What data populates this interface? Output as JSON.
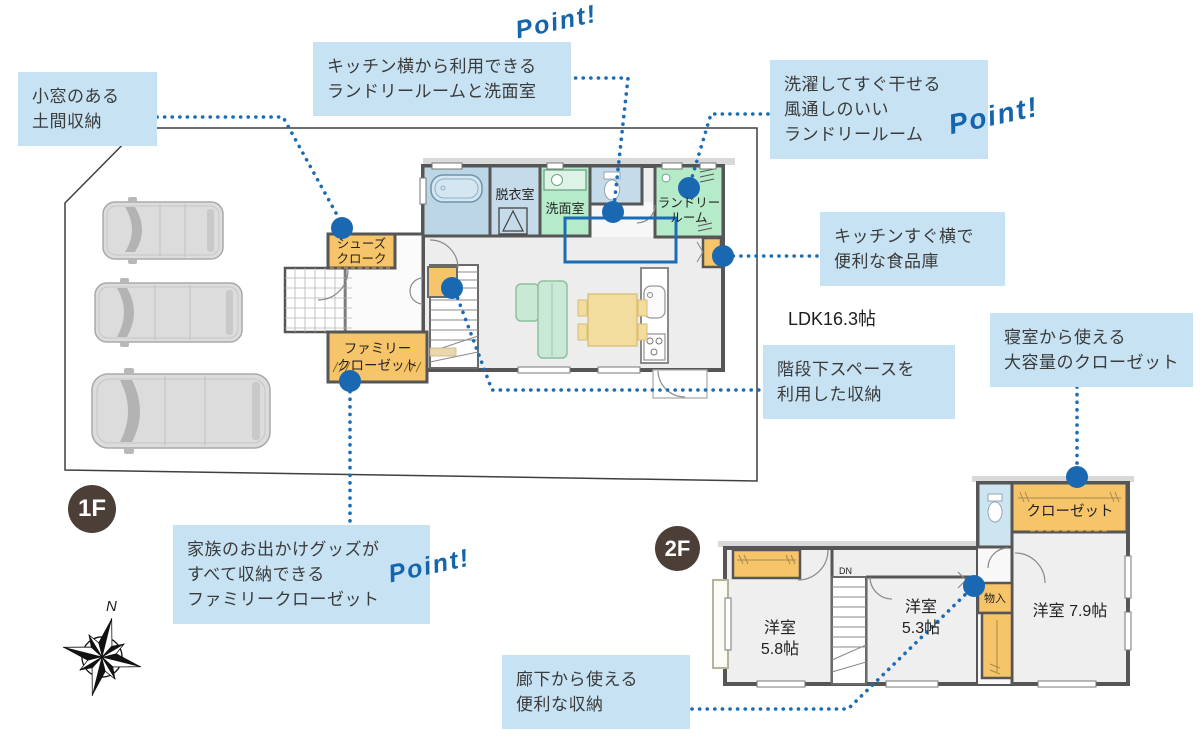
{
  "floor_badges": {
    "f1": "1F",
    "f2": "2F"
  },
  "callouts": [
    {
      "id": "doma-storage",
      "text": "小窓のある\n土間収納"
    },
    {
      "id": "kitchen-laundry",
      "text": "キッチン横から利用できる\nランドリールームと洗面室",
      "point": "Point!"
    },
    {
      "id": "airy-laundry",
      "text": "洗濯してすぐ干せる\n風通しのいい\nランドリールーム",
      "point": "Point!"
    },
    {
      "id": "pantry",
      "text": "キッチンすぐ横で\n便利な食品庫"
    },
    {
      "id": "bedroom-closet",
      "text": "寝室から使える\n大容量のクローゼット"
    },
    {
      "id": "under-stairs",
      "text": "階段下スペースを\n利用した収納"
    },
    {
      "id": "family-closet",
      "text": "家族のお出かけグッズが\nすべて収納できる\nファミリークローゼット",
      "point": "Point!"
    },
    {
      "id": "hallway-storage",
      "text": "廊下から使える\n便利な収納"
    }
  ],
  "plan_labels": {
    "ldk": "LDK16.3帖",
    "compass_north": "N",
    "rooms_1f": {
      "dressing_room": "脱衣室",
      "washroom": "洗面室",
      "laundry_room": "ランドリー\nルーム",
      "shoes_closet": "シューズ\nクローク",
      "family_closet": "ファミリー\nクローゼット"
    },
    "rooms_2f": {
      "bedroom_58": "洋室\n5.8帖",
      "bedroom_53": "洋室\n5.3帖",
      "bedroom_79": "洋室 7.9帖",
      "closet": "クローゼット",
      "storage": "物入",
      "stairs_down": "DN"
    }
  },
  "colors": {
    "callout_bg": "#c6e2f3",
    "connector_blue": "#1b6cb5",
    "badge_brown": "#4b3f37",
    "closet_orange": "#f6c469",
    "green_room": "#b5ebc8",
    "bath_blue": "#bcd6e6",
    "ldk_gray": "#ededed"
  }
}
